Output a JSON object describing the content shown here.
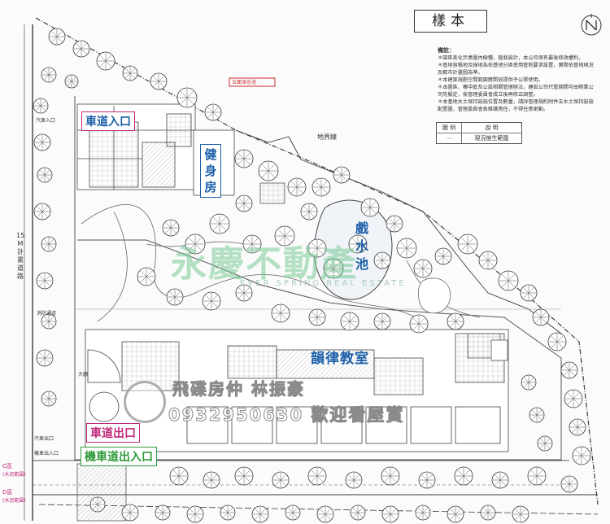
{
  "stamp": "樣本",
  "notes": {
    "title": "備註：",
    "lines": [
      "＊園區美化示意圖內樹種、植栽設計，本公司保有最後修改權利。",
      "＊基地容積地及綠地為依基地分區使用管制要求設置，實際依基地現況",
      "  及都市計畫圖為準。",
      "＊本建案規劃空間範圍應開放提供予公眾使用。",
      "＊本圖區、樓中庭及公設相關管理辦法，建設公司代管期間可由物業公",
      "  司先擬定，俟管理委員會成立後再修正調整。",
      "＊本基地水土保持設施位置及數量，請詳管理規約附件五水土保持設施",
      "  配置圖，管理委員會負維護責任，不得任意更動。"
    ]
  },
  "legend": {
    "header": [
      "圖 例",
      "說 明"
    ],
    "item": "現況樹生範圍"
  },
  "annotations": {
    "car_entrance": "車道入口",
    "gym": [
      "健",
      "身",
      "房"
    ],
    "pool": [
      "戲",
      "水",
      "池"
    ],
    "rhythm_room": "韻律教室",
    "car_exit": "車道出口",
    "scooter_ramp": "機車道出入口"
  },
  "labels": {
    "road": [
      "15",
      "M",
      "計",
      "畫",
      "道",
      "路"
    ],
    "boundary": "地界線",
    "water_garden": "五面深水池",
    "lobby": "大廳",
    "c_zone": "C區",
    "c_note": "(水泥範圍)",
    "d_zone": "D區",
    "d_note": "(水泥範圍)",
    "motor_exit": "汽車出口",
    "scooter_exit": "機車出入口",
    "car_entry_small": "汽車入口",
    "side_path": "消防通道"
  },
  "watermarks": {
    "brand": "永慶不動產",
    "brand_en": "EVER SPRING REAL ESTATE",
    "agent_line": "飛碟房仲 林振豪",
    "phone_line": "0932950630 歡迎看屋賞"
  },
  "colors": {
    "annotation_blue": "#1c5fa8",
    "annotation_magenta": "#c0287a",
    "annotation_green": "#2f9a3a",
    "line_dark": "#3a3a3a",
    "highlight_red": "#cc2a2a"
  }
}
